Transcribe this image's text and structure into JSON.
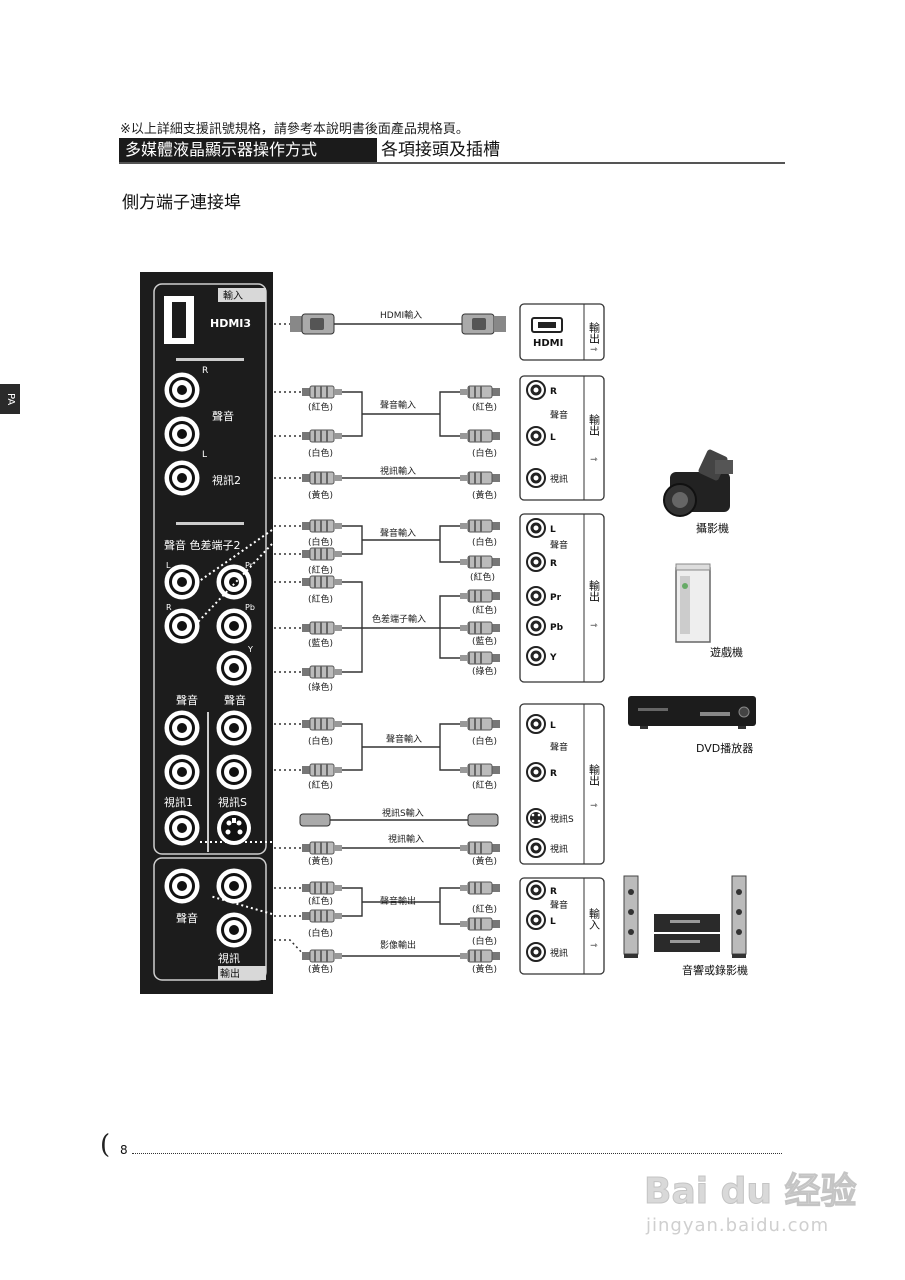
{
  "note": "※以上詳細支援訊號規格，請參考本說明書後面產品規格頁。",
  "header": {
    "left": "多媒體液晶顯示器操作方式",
    "right": "各項接頭及插槽"
  },
  "section_title": "側方端子連接埠",
  "side_tab": "PA",
  "panel": {
    "input_badge": "輸入",
    "output_badge": "輸出",
    "hdmi": "HDMI3",
    "r": "R",
    "l": "L",
    "pr": "Pr",
    "pb": "Pb",
    "y": "Y",
    "audio": "聲音",
    "video2": "視訊2",
    "audio_component": "聲音  色差端子2",
    "audio_a": "聲音",
    "audio_b": "聲音",
    "video1": "視訊1",
    "svideo": "視訊S",
    "out_audio": "聲音",
    "out_video": "視訊"
  },
  "cables": {
    "hdmi_in": "HDMI輸入",
    "audio_in": "聲音輸入",
    "video_in": "視訊輸入",
    "component_in": "色差端子輸入",
    "svideo_in": "視訊S輸入",
    "audio_out": "聲音輸出",
    "video_out": "影像輸出",
    "red": "(紅色)",
    "white": "(白色)",
    "yellow": "(黃色)",
    "blue": "(藍色)",
    "green": "(綠色)"
  },
  "devices": {
    "output_label": "輸出",
    "input_label": "輸入",
    "hdmi": "HDMI",
    "audio": "聲音",
    "video": "視訊",
    "svideo": "視訊S",
    "camcorder": "攝影機",
    "game": "遊戲機",
    "dvd": "DVD播放器",
    "stereo": "音響或錄影機"
  },
  "footer": {
    "page": "8",
    "paren": "("
  },
  "watermark": {
    "logo": "Bai du 经验",
    "url": "jingyan.baidu.com"
  }
}
